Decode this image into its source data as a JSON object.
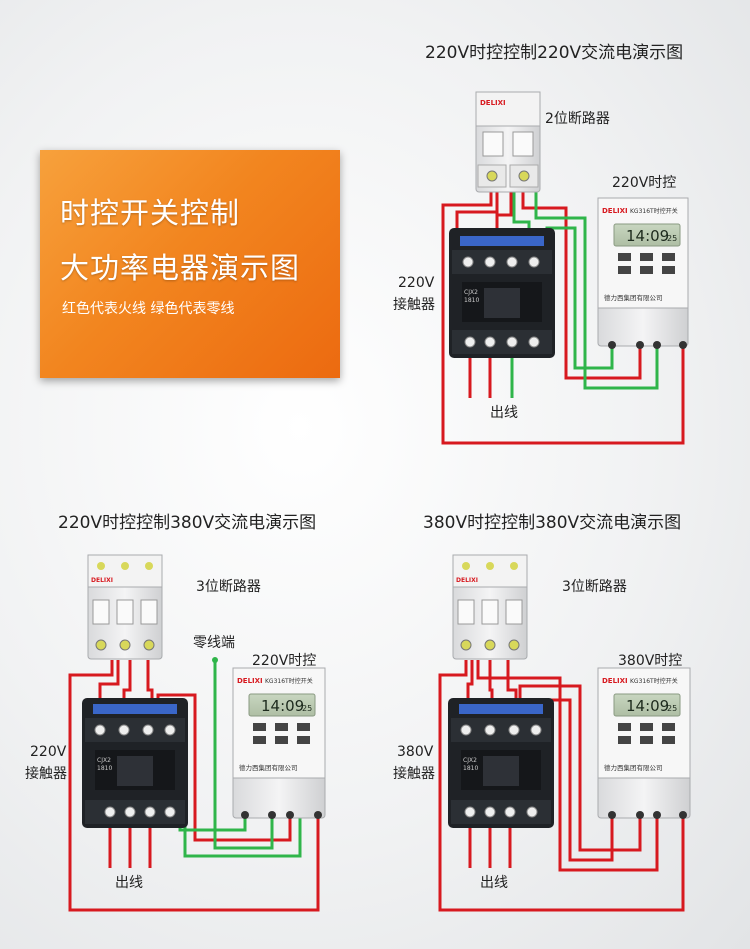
{
  "banner": {
    "line1": "时控开关控制",
    "line2": "大功率电器演示图",
    "legend": "红色代表火线  绿色代表零线"
  },
  "diagram1": {
    "title": "220V时控控制220V交流电演示图",
    "breaker_label": "2位断路器",
    "timer_label": "220V时控",
    "contactor_label_l1": "220V",
    "contactor_label_l2": "接触器",
    "output_label": "出线"
  },
  "diagram2": {
    "title": "220V时控控制380V交流电演示图",
    "breaker_label": "3位断路器",
    "neutral_label": "零线端",
    "timer_label": "220V时控",
    "contactor_label_l1": "220V",
    "contactor_label_l2": "接触器",
    "output_label": "出线"
  },
  "diagram3": {
    "title": "380V时控控制380V交流电演示图",
    "breaker_label": "3位断路器",
    "timer_label": "380V时控",
    "contactor_label_l1": "380V",
    "contactor_label_l2": "接触器",
    "output_label": "出线"
  },
  "device": {
    "brand": "DELIXI",
    "timer_model": "KG316T时控开关",
    "timer_display": "14:09",
    "timer_display_small": "25",
    "timer_maker": "德力西集团有限公司",
    "contactor_model_l1": "CJX2",
    "contactor_model_l2": "1810"
  },
  "colors": {
    "live": "#d7191f",
    "neutral": "#2fb54a",
    "banner": "#f2851f"
  }
}
